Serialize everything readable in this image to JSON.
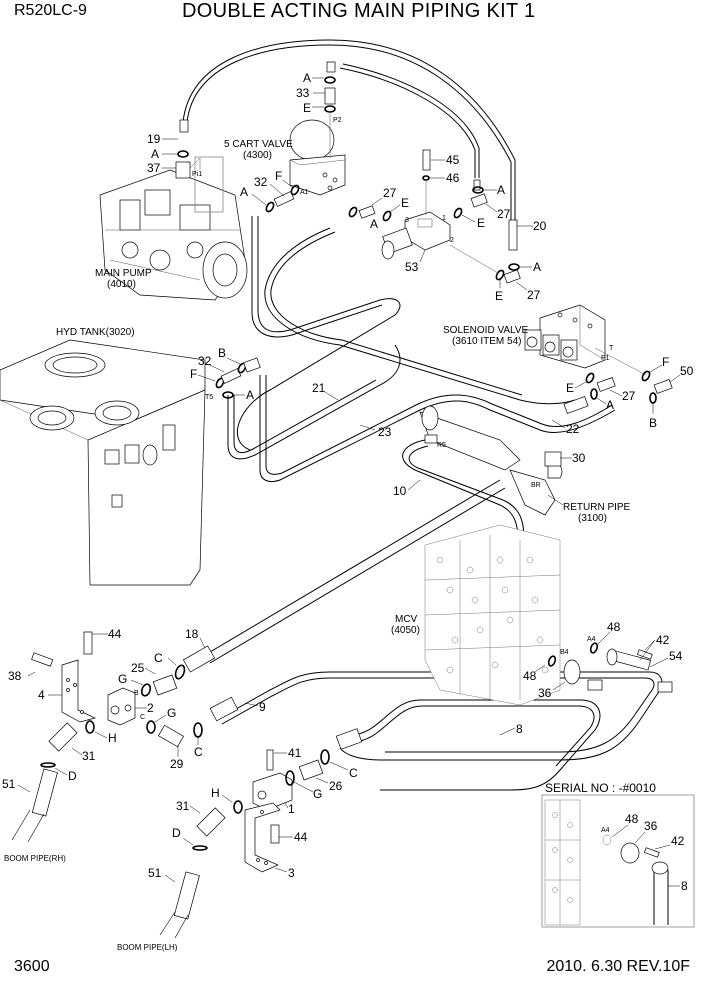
{
  "header": {
    "model": "R520LC-9",
    "title": "DOUBLE ACTING MAIN PIPING KIT 1"
  },
  "footer": {
    "page_number": "3600",
    "revision": "2010. 6.30  REV.10F"
  },
  "components": {
    "main_pump": [
      "MAIN PUMP",
      "(4010)"
    ],
    "cart_valve": [
      "5 CART VALVE",
      "(4300)"
    ],
    "hyd_tank": "HYD TANK(3020)",
    "solenoid_valve": [
      "SOLENOID VALVE",
      "(3610 ITEM 54)"
    ],
    "return_pipe": [
      "RETURN PIPE",
      "(3100)"
    ],
    "mcv": [
      "MCV",
      "(4050)"
    ],
    "boom_pipe_rh": "BOOM PIPE(RH)",
    "boom_pipe_lh": "BOOM PIPE(LH)"
  },
  "inset": {
    "title": "SERIAL NO : -#0010",
    "callouts": [
      "48",
      "36",
      "42",
      "8"
    ],
    "port": "A4"
  },
  "ports": {
    "pi1": "Pi1",
    "p2": "P2",
    "a1": "A1",
    "t5": "T5",
    "r5": "R5",
    "br": "BR",
    "a4": "A4",
    "b4": "B4",
    "t": "T",
    "p1": "P1",
    "b": "B",
    "c": "C",
    "n1": "1",
    "n2": "2",
    "n3": "3"
  },
  "callouts": {
    "c19": "19",
    "c37": "37",
    "c33": "33",
    "c32a": "32",
    "c45": "45",
    "c46": "46",
    "c27a": "27",
    "c27b": "27",
    "c27c": "27",
    "c27d": "27",
    "c20": "20",
    "c53": "53",
    "c32b": "32",
    "c21": "21",
    "c23": "23",
    "c22": "22",
    "c50": "50",
    "c30": "30",
    "c10": "10",
    "c18": "18",
    "c44a": "44",
    "c38": "38",
    "c4": "4",
    "c25": "25",
    "c2": "2",
    "c31a": "31",
    "c29": "29",
    "c51a": "51",
    "c9": "9",
    "c41": "41",
    "c26": "26",
    "c1": "1",
    "c31b": "31",
    "c44b": "44",
    "c3": "3",
    "c51b": "51",
    "c8": "8",
    "c48a": "48",
    "c48b": "48",
    "c42": "42",
    "c54": "54",
    "c36": "36"
  },
  "letters": {
    "A1": "A",
    "A2": "A",
    "A3": "A",
    "A4": "A",
    "A5": "A",
    "A6": "A",
    "A7": "A",
    "A8": "A",
    "E1": "E",
    "E2": "E",
    "E3": "E",
    "E4": "E",
    "E5": "E",
    "F1": "F",
    "F2": "F",
    "F3": "F",
    "B1": "B",
    "B2": "B",
    "C1": "C",
    "C2": "C",
    "C3": "C",
    "G1": "G",
    "G2": "G",
    "G3": "G",
    "H1": "H",
    "H2": "H",
    "D1": "D",
    "D2": "D"
  }
}
